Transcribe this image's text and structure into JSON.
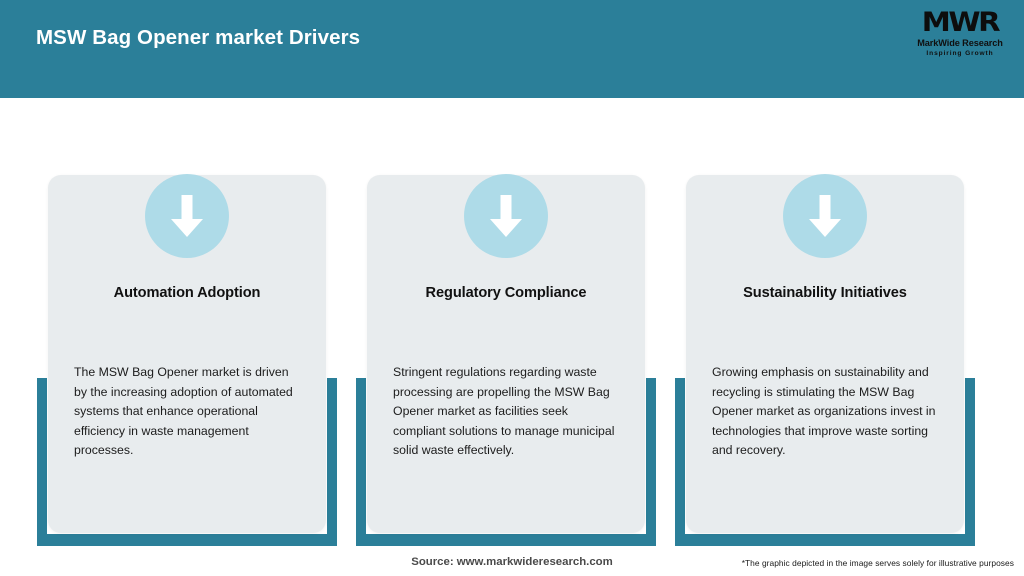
{
  "header": {
    "title": "MSW Bag Opener market Drivers",
    "background_color": "#2b7f99",
    "logo": {
      "mark": "MWR",
      "name": "MarkWide Research",
      "tagline": "Inspiring Growth"
    }
  },
  "cards": [
    {
      "icon": "down-arrow-icon",
      "title": "Automation Adoption",
      "body": "The MSW Bag Opener market is driven by the increasing adoption of automated systems that enhance operational efficiency in waste management processes."
    },
    {
      "icon": "down-arrow-icon",
      "title": "Regulatory Compliance",
      "body": "Stringent regulations regarding waste processing are propelling the MSW Bag Opener market as facilities seek compliant solutions to manage municipal solid waste effectively."
    },
    {
      "icon": "down-arrow-icon",
      "title": "Sustainability Initiatives",
      "body": "Growing emphasis on sustainability and recycling is stimulating the MSW Bag Opener market as organizations invest in technologies that improve waste sorting and recovery."
    }
  ],
  "footer": {
    "source": "Source: www.markwideresearch.com",
    "disclaimer": "*The graphic depicted in the image serves solely for illustrative purposes"
  },
  "colors": {
    "accent_teal": "#2b7f99",
    "icon_circle": "#aedbe8",
    "card_background": "#e8ecee",
    "page_background": "#ffffff"
  }
}
